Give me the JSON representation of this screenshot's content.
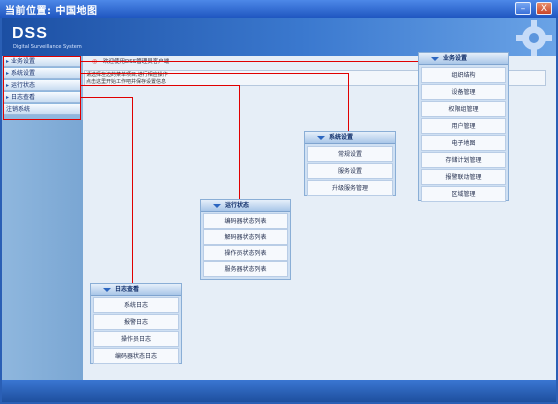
{
  "window": {
    "title": "当前位置: 中国地图",
    "buttons": {
      "minimize": "–",
      "close": "X"
    }
  },
  "header": {
    "logo": "DSS",
    "subtitle": "Digital Surveillance System"
  },
  "sidebar": {
    "items": [
      {
        "label": "业务设置"
      },
      {
        "label": "系统设置"
      },
      {
        "label": "运行状态"
      },
      {
        "label": "日志查看"
      },
      {
        "label": "注销系统"
      }
    ]
  },
  "main": {
    "welcome": "欢迎使用DSS管理员客户端",
    "notice_line1": "请选择左边的菜单项目,进行相应操作",
    "notice_line2": "点击这里开始工作吧并保存设置信息"
  },
  "menus": {
    "business": {
      "title": "业务设置",
      "items": [
        "组织结构",
        "设备管理",
        "权限组管理",
        "用户管理",
        "电子地图",
        "存储计划管理",
        "报警联动管理",
        "区域管理"
      ]
    },
    "system": {
      "title": "系统设置",
      "items": [
        "常规设置",
        "服务设置",
        "升级服务管理"
      ]
    },
    "running": {
      "title": "运行状态",
      "items": [
        "编码器状态列表",
        "解码器状态列表",
        "操作员状态列表",
        "服务器状态列表"
      ]
    },
    "logs": {
      "title": "日志查看",
      "items": [
        "系统日志",
        "报警日志",
        "操作员日志",
        "编码器状态日志"
      ]
    }
  },
  "colors": {
    "connector": "#e00000",
    "titlebar": "#1f56c0",
    "panel": "#cfe0f3"
  }
}
